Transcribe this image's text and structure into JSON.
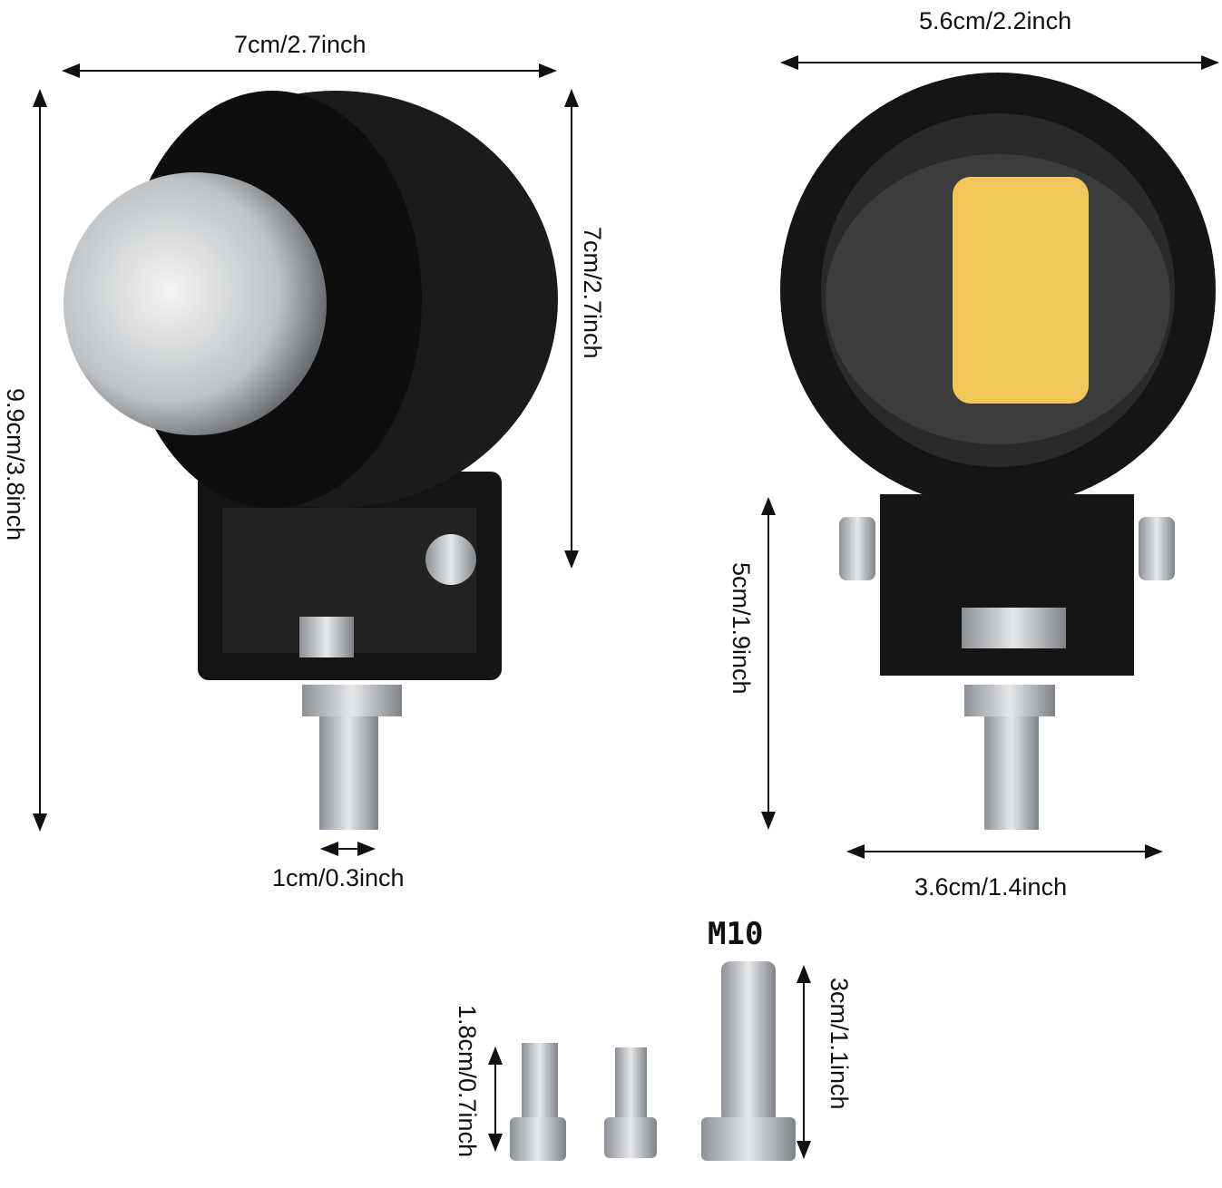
{
  "dimensions": {
    "left_width": "7cm/2.7inch",
    "left_total_height": "9.9cm/3.8inch",
    "left_body_height": "7cm/2.7inch",
    "left_bolt_width": "1cm/0.3inch",
    "right_width": "5.6cm/2.2inch",
    "right_bracket_height": "5cm/1.9inch",
    "right_bracket_width": "3.6cm/1.4inch",
    "screw_small_length": "1.8cm/0.7inch",
    "bolt_thread": "M10",
    "bolt_long_length": "3cm/1.1inch"
  },
  "colors": {
    "housing": "#151515",
    "lens_amber": "#f2c75a",
    "metal": "#b9bcc0"
  }
}
